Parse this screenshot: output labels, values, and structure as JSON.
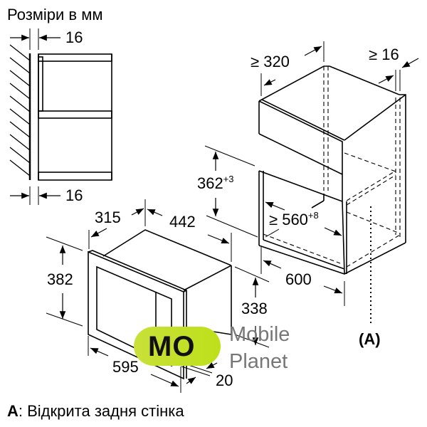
{
  "header": {
    "title": "Розміри в мм"
  },
  "side_view": {
    "top_gap": "16",
    "bottom_gap": "16"
  },
  "cabinet": {
    "depth_min_prefix": "≥",
    "depth_min": "320",
    "side_gap_prefix": "≥",
    "side_gap": "16",
    "niche_height": "362",
    "niche_height_tol": "+3",
    "niche_width_prefix": "≥",
    "niche_width": "560",
    "niche_width_tol": "+8",
    "width": "600",
    "back_label": "(A)"
  },
  "appliance": {
    "depth": "315",
    "body_width": "442",
    "height": "382",
    "body_height": "338",
    "front_width": "595",
    "front_thickness": "20"
  },
  "watermark": {
    "badge_text": "MO",
    "line1": "Mobile",
    "line2": "Planet",
    "badge_color": "#c4e02a"
  },
  "footnote": {
    "key": "A",
    "text": ": Відкрита задня стінка"
  }
}
